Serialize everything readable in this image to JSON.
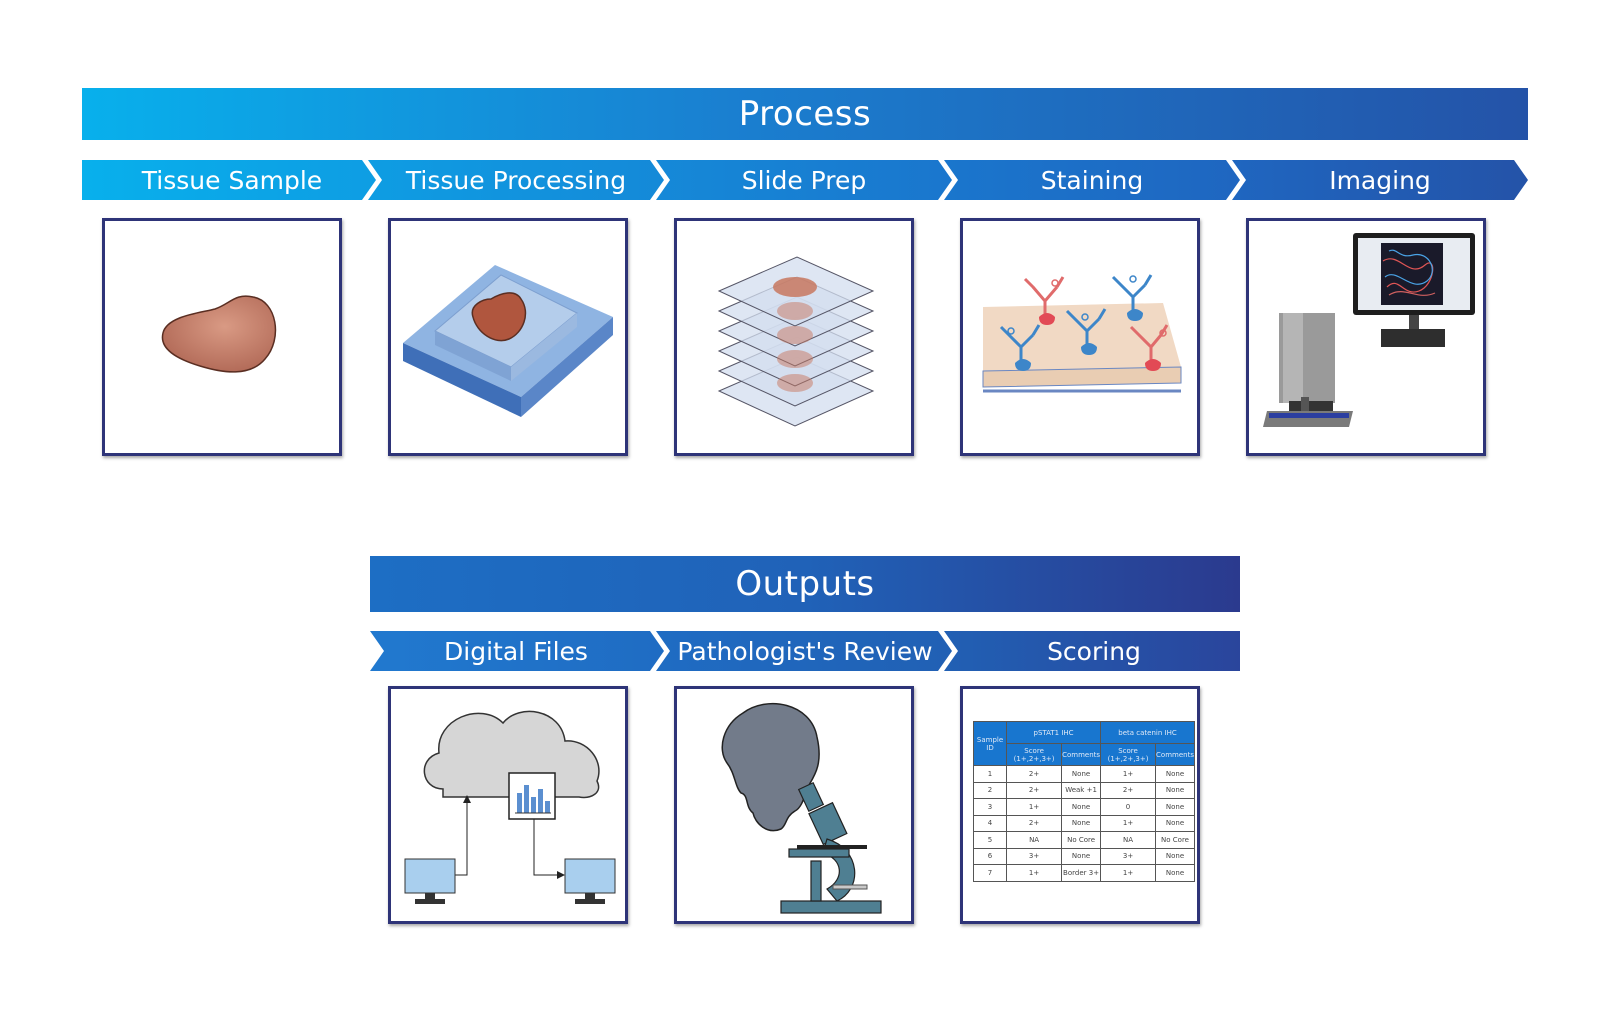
{
  "process": {
    "title": "Process",
    "steps": [
      "Tissue Sample",
      "Tissue Processing",
      "Slide Prep",
      "Staining",
      "Imaging"
    ]
  },
  "outputs": {
    "title": "Outputs",
    "steps": [
      "Digital Files",
      "Pathologist's Review",
      "Scoring"
    ]
  },
  "scoring_table": {
    "sample_id_header": "Sample ID",
    "group_headers": [
      "pSTAT1 IHC",
      "beta catenin IHC"
    ],
    "sub_headers": [
      "Score (1+,2+,3+)",
      "Comments",
      "Score (1+,2+,3+)",
      "Comments"
    ],
    "rows": [
      [
        "1",
        "2+",
        "None",
        "1+",
        "None"
      ],
      [
        "2",
        "2+",
        "Weak +1",
        "2+",
        "None"
      ],
      [
        "3",
        "1+",
        "None",
        "0",
        "None"
      ],
      [
        "4",
        "2+",
        "None",
        "1+",
        "None"
      ],
      [
        "5",
        "NA",
        "No Core",
        "NA",
        "No Core"
      ],
      [
        "6",
        "3+",
        "None",
        "3+",
        "None"
      ],
      [
        "7",
        "1+",
        "Border 3+",
        "1+",
        "None"
      ]
    ]
  },
  "colors": {
    "banner_light": "#08b0ec",
    "banner_dark": "#2b3a8e",
    "box_border": "#2e3478",
    "tissue": "#b9735f"
  }
}
